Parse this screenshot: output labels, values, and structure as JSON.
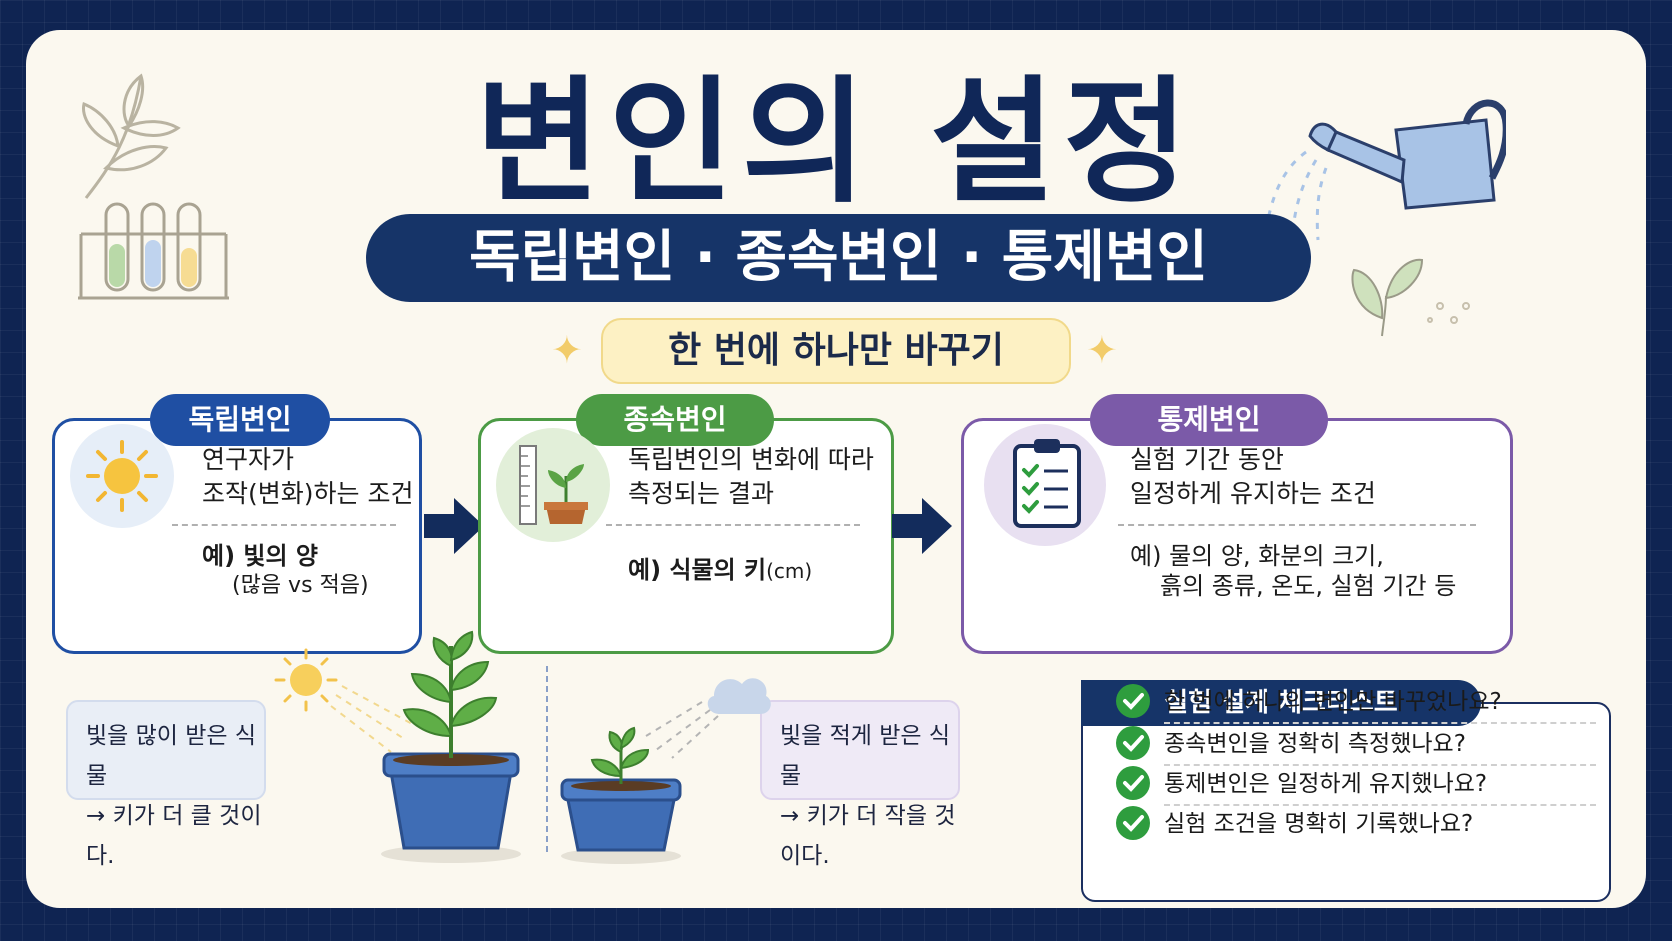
{
  "title": "변인의 설정",
  "subtitle": "독립변인 · 종속변인 · 통제변인",
  "key_point": "한 번에 하나만 바꾸기",
  "variables": [
    {
      "tag": "독립변인",
      "line1": "연구자가",
      "line2": "조작(변화)하는 조건",
      "example1": "예) 빛의 양",
      "example2": "(많음 vs 적음)",
      "color": "#1f4fa3",
      "icon": "sun-icon"
    },
    {
      "tag": "종속변인",
      "line1": "독립변인의 변화에 따라",
      "line2": "측정되는 결과",
      "example1": "예) 식물의 키",
      "example_unit": "(cm)",
      "color": "#4c9b45",
      "icon": "ruler-plant-icon"
    },
    {
      "tag": "통제변인",
      "line1": "실험 기간 동안",
      "line2": "일정하게 유지하는 조건",
      "example1": "예) 물의 양, 화분의 크기,",
      "example2": "흙의 종류, 온도, 실험 기간 등",
      "color": "#7b5aa8",
      "icon": "clipboard-icon"
    }
  ],
  "outcomes": {
    "much_light": {
      "line1": "빛을 많이 받은 식물",
      "line2": "→ 키가 더 클 것이다."
    },
    "little_light": {
      "line1": "빛을 적게 받은 식물",
      "line2": "→ 키가 더 작을 것이다."
    }
  },
  "checklist": {
    "title": "실험 설계 체크리스트",
    "items": [
      "한 번에 하나의 변인만 바꾸었나요?",
      "종속변인을 정확히 측정했나요?",
      "통제변인은 일정하게 유지했나요?",
      "실험 조건을 명확히 기록했나요?"
    ]
  },
  "colors": {
    "navy": "#163468",
    "background": "#fbf8ef",
    "check_green": "#2e9d3e",
    "highlight": "#fdf1c4"
  }
}
